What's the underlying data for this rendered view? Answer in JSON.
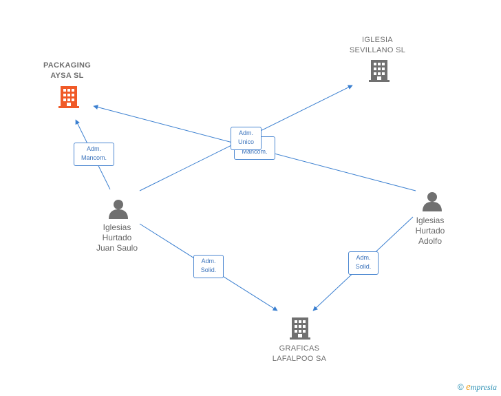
{
  "colors": {
    "edge": "#3a7fd0",
    "company": "#707070",
    "company_highlight": "#f05a28",
    "person": "#707070"
  },
  "nodes": {
    "packaging": {
      "line1": "PACKAGING",
      "line2": "AYSA  SL",
      "icon": "building-icon"
    },
    "iglesia": {
      "line1": "IGLESIA",
      "line2": "SEVILLANO  SL",
      "icon": "building-icon"
    },
    "graficas": {
      "line1": "GRAFICAS",
      "line2": "LAFALPOO SA",
      "icon": "building-icon"
    },
    "juan": {
      "line1": "Iglesias",
      "line2": "Hurtado",
      "line3": "Juan Saulo",
      "icon": "person-icon"
    },
    "adolfo": {
      "line1": "Iglesias",
      "line2": "Hurtado",
      "line3": "Adolfo",
      "icon": "person-icon"
    }
  },
  "edges": {
    "juan_packaging": {
      "line1": "Adm.",
      "line2": "Mancom."
    },
    "adolfo_packaging": {
      "line1": "Adm.",
      "line2": "Mancom."
    },
    "juan_iglesia": {
      "line1": "Adm.",
      "line2": "Unico"
    },
    "juan_graficas": {
      "line1": "Adm.",
      "line2": "Solid."
    },
    "adolfo_graficas": {
      "line1": "Adm.",
      "line2": "Solid."
    }
  },
  "brand": {
    "copyright": "©",
    "e": "e",
    "rest": "mpresia"
  }
}
